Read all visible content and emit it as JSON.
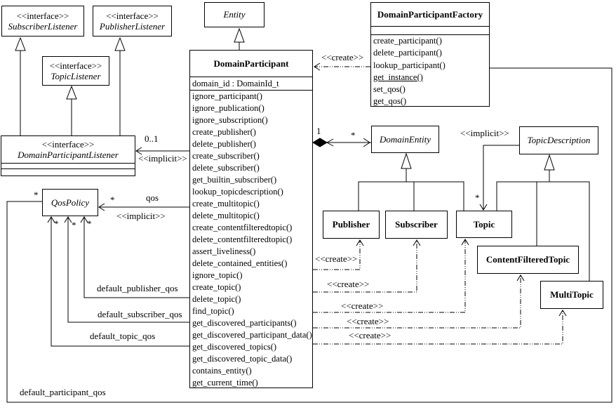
{
  "classes": {
    "subscriberListener": {
      "stereotype": "<<interface>>",
      "name": "SubscriberListener"
    },
    "publisherListener": {
      "stereotype": "<<interface>>",
      "name": "PublisherListener"
    },
    "topicListener": {
      "stereotype": "<<interface>>",
      "name": "TopicListener"
    },
    "domainParticipantListener": {
      "stereotype": "<<interface>>",
      "name": "DomainParticipantListener"
    },
    "entity": {
      "name": "Entity"
    },
    "domainParticipant": {
      "name": "DomainParticipant",
      "attributes": [
        "domain_id : DomainId_t"
      ],
      "methods": [
        "ignore_participant()",
        "ignore_publication()",
        "ignore_subscription()",
        "create_publisher()",
        "delete_publisher()",
        "create_subscriber()",
        "delete_subscriber()",
        "get_builtin_subscriber()",
        "lookup_topicdescription()",
        "create_multitopic()",
        "delete_multitopic()",
        "create_contentfilteredtopic()",
        "delete_contentfilteredtopic()",
        "assert_liveliness()",
        "delete_contained_entities()",
        "ignore_topic()",
        "create_topic()",
        "delete_topic()",
        "find_topic()",
        "get_discovered_participants()",
        "get_discovered_participant_data()",
        "get_discovered_topics()",
        "get_discovered_topic_data()",
        "contains_entity()",
        "get_current_time()"
      ]
    },
    "domainParticipantFactory": {
      "name": "DomainParticipantFactory",
      "methods": [
        "create_participant()",
        "delete_participant()",
        "lookup_participant()",
        "get_instance()",
        "set_qos()",
        "get_qos()"
      ]
    },
    "domainEntity": {
      "name": "DomainEntity"
    },
    "topicDescription": {
      "name": "TopicDescription"
    },
    "qosPolicy": {
      "name": "QosPolicy"
    },
    "publisher": {
      "name": "Publisher"
    },
    "subscriber": {
      "name": "Subscriber"
    },
    "topic": {
      "name": "Topic"
    },
    "contentFilteredTopic": {
      "name": "ContentFilteredTopic"
    },
    "multiTopic": {
      "name": "MultiTopic"
    }
  },
  "labels": {
    "create": "<<create>>",
    "implicit": "<<implicit>>",
    "one": "1",
    "star": "*",
    "zeroToOne": "0..1",
    "qos": "qos",
    "defaultPublisherQos": "default_publisher_qos",
    "defaultSubscriberQos": "default_subscriber_qos",
    "defaultTopicQos": "default_topic_qos",
    "defaultParticipantQos": "default_participant_qos"
  },
  "colors": {
    "line": "#000000",
    "background": "#ffffff"
  }
}
